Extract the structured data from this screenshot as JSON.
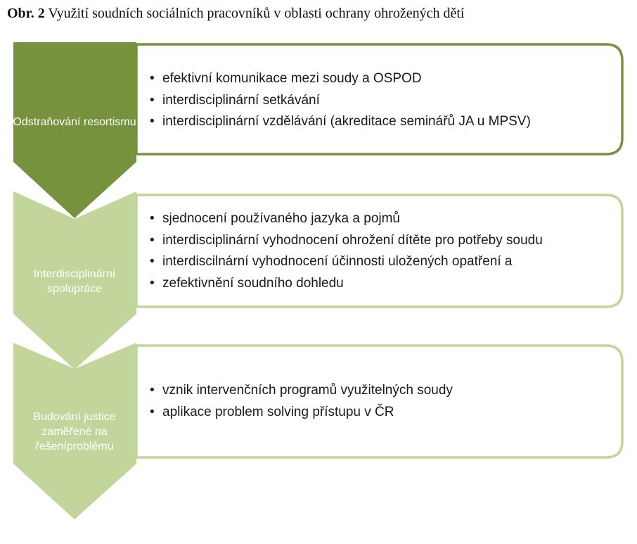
{
  "caption": {
    "number": "Obr. 2",
    "title": "Využití soudních sociálních pracovníků v oblasti ochrany ohrožených dětí"
  },
  "colors": {
    "dark_green": "#76923c",
    "light_green": "#c2d69b",
    "text": "#1a1a1a"
  },
  "stages": [
    {
      "label": "Odstraňování resortismu",
      "items": [
        "efektivní komunikace mezi soudy a OSPOD",
        "interdisciplinární setkávání",
        "interdisciplinární vzdělávání (akreditace seminářů JA u MPSV)"
      ]
    },
    {
      "label": "Interdisciplinární spolupráce",
      "items": [
        "sjednocení používaného jazyka a pojmů",
        "interdisciplinární vyhodnocení ohrožení dítěte pro potřeby soudu",
        "interdiscilnární vyhodnocení účinnosti uložených opatření a",
        "zefektivnění soudního dohledu"
      ]
    },
    {
      "label": "Budování justice zaměřené na řešeníproblému",
      "items": [
        "vznik intervenčních programů využitelných soudy",
        "aplikace problem solving přístupu v ČR"
      ]
    }
  ]
}
